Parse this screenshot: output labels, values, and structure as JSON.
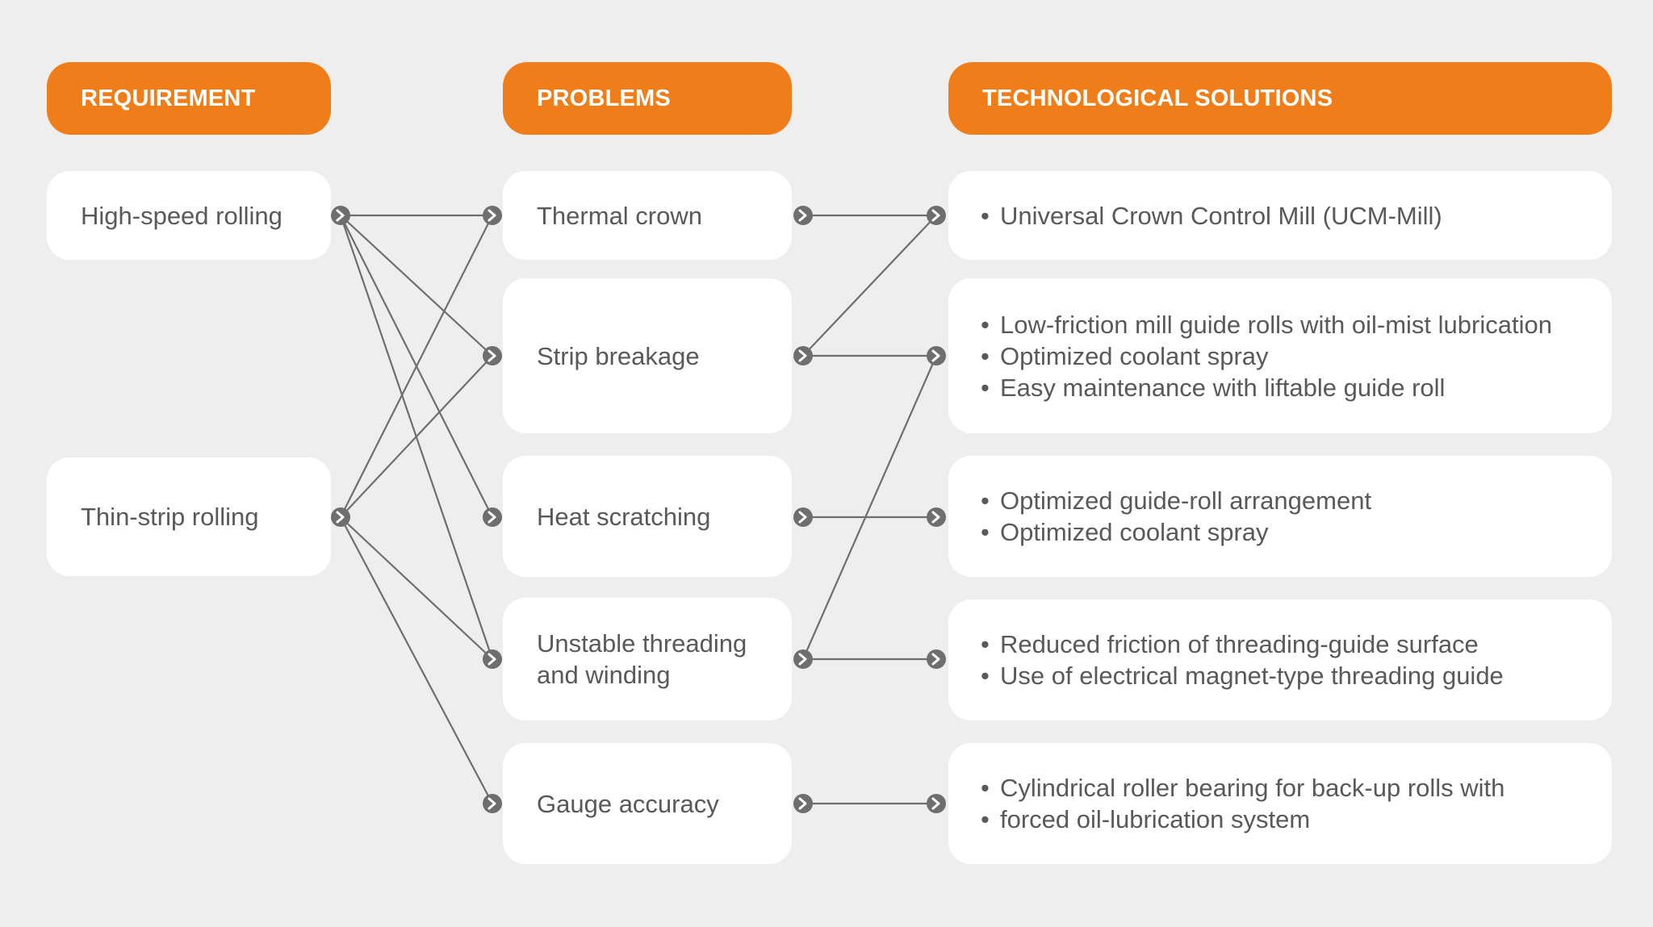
{
  "headers": {
    "requirement": "REQUIREMENT",
    "problems": "PROBLEMS",
    "solutions": "TECHNOLOGICAL SOLUTIONS"
  },
  "requirements": [
    {
      "label": "High-speed rolling"
    },
    {
      "label": "Thin-strip rolling"
    }
  ],
  "problems": [
    {
      "label": "Thermal crown"
    },
    {
      "label": "Strip breakage"
    },
    {
      "label": "Heat scratching"
    },
    {
      "label": "Unstable threading\nand winding"
    },
    {
      "label": "Gauge accuracy"
    }
  ],
  "solutions": [
    {
      "items": [
        "Universal Crown Control Mill (UCM-Mill)"
      ]
    },
    {
      "items": [
        "Low-friction mill guide rolls with oil-mist lubrication",
        "Optimized coolant spray",
        "Easy maintenance with liftable guide roll"
      ]
    },
    {
      "items": [
        "Optimized guide-roll arrangement",
        "Optimized coolant spray"
      ]
    },
    {
      "items": [
        "Reduced friction of threading-guide surface",
        "Use of electrical magnet-type threading guide"
      ]
    },
    {
      "items": [
        "Cylindrical roller bearing for back-up rolls with",
        "forced oil-lubrication system"
      ]
    }
  ],
  "colors": {
    "accent": "#ef7e1a",
    "background": "#eeeeee",
    "box": "#ffffff",
    "connector": "#6e6e6e"
  },
  "icons": {
    "connector_node": "chevron-right-circle-icon"
  }
}
